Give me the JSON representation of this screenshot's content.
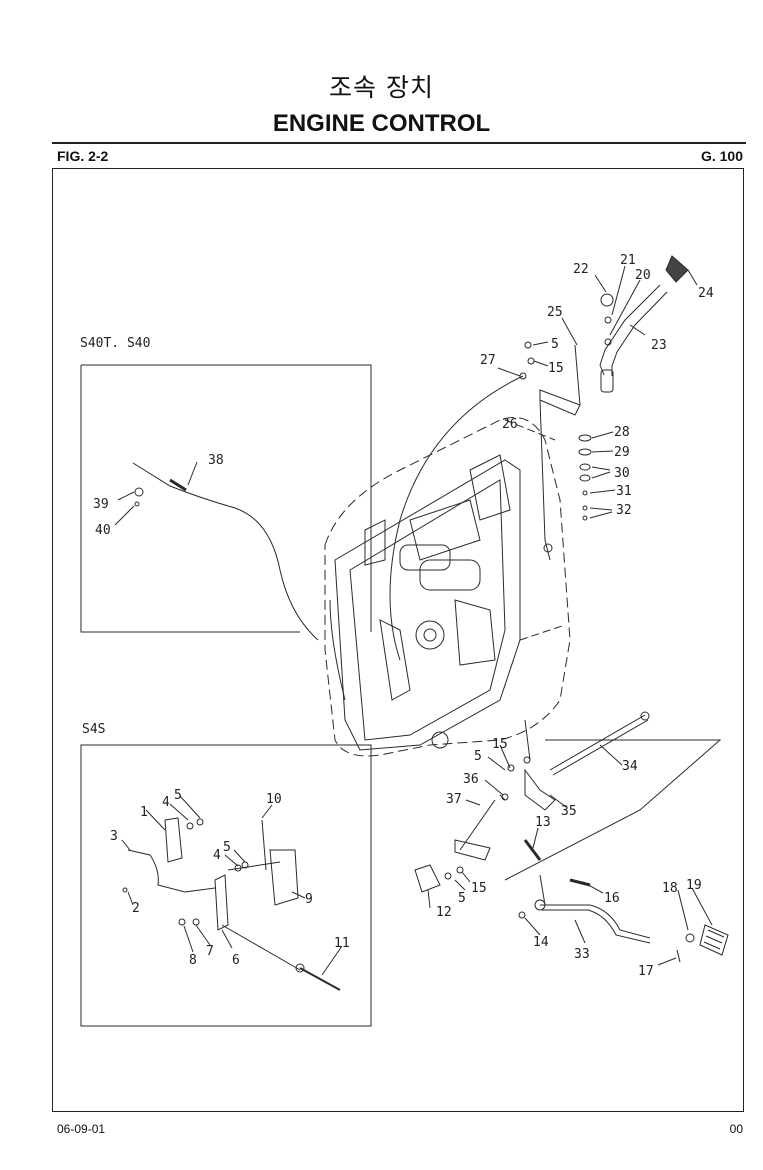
{
  "header": {
    "title_korean": "조속 장치",
    "title_english": "ENGINE CONTROL",
    "figure_label": "FIG. 2-2",
    "group_code": "G. 100"
  },
  "insets": {
    "upper_label": "S40T. S40",
    "lower_label": "S4S"
  },
  "callouts": {
    "p1": "1",
    "p2": "2",
    "p3": "3",
    "p4a": "4",
    "p4b": "4",
    "p5a": "5",
    "p5b": "5",
    "p6": "6",
    "p7": "7",
    "p8": "8",
    "p9": "9",
    "p10": "10",
    "p11": "11",
    "p12": "12",
    "p13": "13",
    "p14": "14",
    "p15a": "15",
    "p15b": "15",
    "p15c": "15",
    "p16": "16",
    "p17": "17",
    "p18": "18",
    "p19": "19",
    "p20": "20",
    "p21": "21",
    "p22": "22",
    "p23": "23",
    "p24": "24",
    "p25": "25",
    "p26": "26",
    "p27": "27",
    "p28": "28",
    "p29": "29",
    "p30": "30",
    "p31": "31",
    "p32": "32",
    "p33": "33",
    "p34": "34",
    "p35": "35",
    "p36": "36",
    "p37": "37",
    "p38": "38",
    "p39": "39",
    "p40": "40",
    "p5c": "5",
    "p5d": "5",
    "p5e": "5"
  },
  "footer": {
    "date": "06-09-01",
    "page": "00"
  }
}
